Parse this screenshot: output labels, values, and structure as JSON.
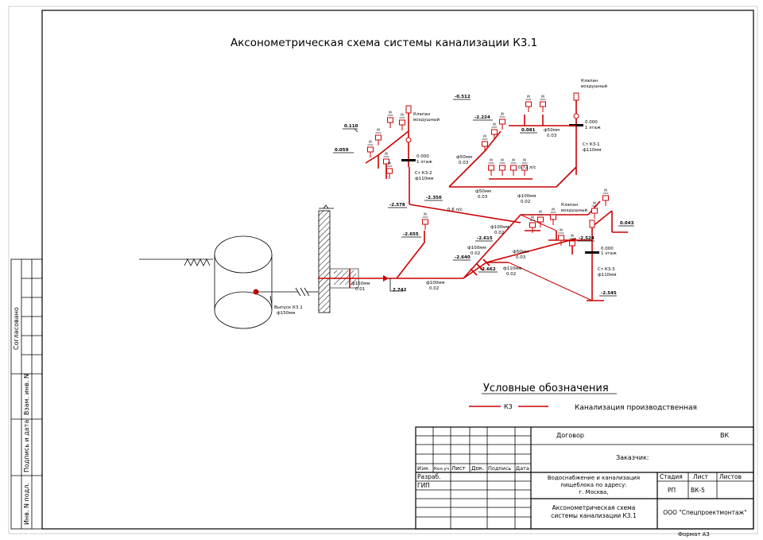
{
  "title": "Аксонометрическая схема системы канализации К3.1",
  "legend": {
    "heading": "Условные обозначения",
    "code": "К3",
    "description": "Канализация производственная"
  },
  "side_stamp": {
    "approved": "Согласовано",
    "replaced_inv": "Взам. инв. N",
    "sign_date": "Подпись и дата",
    "inv_orig": "Инв. N подл."
  },
  "title_block": {
    "contract": "Договор",
    "code_top": "ВК",
    "customer": "Заказчик:",
    "cols": [
      "Изм.",
      "Кол.уч",
      "Лист",
      "Док.",
      "Подпись",
      "Дата"
    ],
    "roles": [
      "Разраб.",
      "ГИП"
    ],
    "project": [
      "Водоснабжение и канализация",
      "пищеблока по адресу:",
      "г. Москва,"
    ],
    "stage_label": "Стадия",
    "sheet_label": "Лист",
    "sheets_label": "Листов",
    "stage": "РП",
    "sheet": "ВК-5",
    "drawing": [
      "Аксонометрическая схема",
      "системы канализации К3.1"
    ],
    "company": "ООО \"Спецпроектмонтаж\"",
    "format": "Формат А3"
  },
  "labels": {
    "outlet": [
      "Выпуск К3.1",
      "ф150мм"
    ],
    "valve1": [
      "Клапан",
      "воздушный"
    ],
    "valve2": [
      "Клапан",
      "воздушный"
    ],
    "valve3": [
      "Клапан",
      "воздушный"
    ],
    "riser2": [
      "Ст К3-2",
      "ф110мм"
    ],
    "riser1": [
      "Ст К3-1",
      "ф110мм"
    ],
    "riser3": [
      "Ст К3-3",
      "ф110мм"
    ],
    "floor1": "1 этаж",
    "floor2": "1 этаж",
    "floor3": "1 этаж",
    "p1": "ф150мм",
    "p1s": "0.01",
    "p2": "ф100мм",
    "p2s": "0.02",
    "p3": "ф100мм",
    "p3s": "0.02",
    "p4": "ф100мм",
    "p4s": "0.02",
    "p5": "ф100мм",
    "p5s": "0.02",
    "p6": "ф50мм",
    "p6s": "0.03",
    "p7": "ф50мм",
    "p7s": "0.03",
    "p8": "ф50мм",
    "p8s": "0.03",
    "p9": "ф50мм",
    "p9s": "0.03",
    "p10": "ф110мм",
    "p10s": "0.02",
    "flow1": "0.72 л/с",
    "flow2": "0.6 л/с",
    "e_0110": "0.110",
    "e_0059": "0.059",
    "e_0512": "-0.512",
    "e_2224": "-2.224",
    "e_0081": "0.081",
    "e_2350": "-2.350",
    "e_2578": "-2.578",
    "e_2655": "-2.655",
    "e_2615": "-2.615",
    "e_2640": "-2.640",
    "e_2662": "-2.662",
    "e_2742": "2.742",
    "e_2524": "-2.524",
    "e_0043": "0.043",
    "e_2545": "-2.545",
    "e_0000a": "0.000",
    "e_0000b": "0.000",
    "e_0000c": "0.000"
  },
  "colors": {
    "pipe": "#cc0000",
    "ink": "#000000"
  }
}
